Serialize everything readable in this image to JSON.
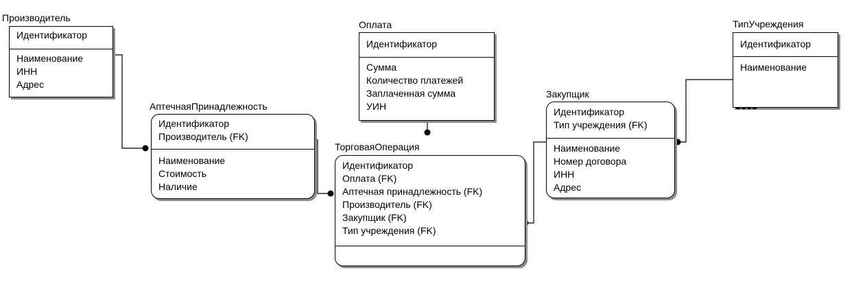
{
  "entities": {
    "manufacturer": {
      "title": "Производитель",
      "keys": [
        "Идентификатор"
      ],
      "attrs": [
        "Наименование",
        "ИНН",
        "Адрес"
      ]
    },
    "pharmacy_affiliation": {
      "title": "АптечнаяПринадлежность",
      "keys": [
        "Идентификатор",
        "Производитель (FK)"
      ],
      "attrs": [
        "Наименование",
        "Стоимость",
        "Наличие"
      ]
    },
    "payment": {
      "title": "Оплата",
      "keys": [
        "Идентификатор"
      ],
      "attrs": [
        "Сумма",
        "Количество платежей",
        "Заплаченная сумма",
        "УИН"
      ]
    },
    "trade_operation": {
      "title": "ТорговаяОперация",
      "keys": [
        "Идентификатор",
        "Оплата (FK)",
        "Аптечная принадлежность (FK)",
        "Производитель (FK)",
        "Закупщик (FK)",
        "Тип учреждения (FK)"
      ],
      "attrs": []
    },
    "buyer": {
      "title": "Закупщик",
      "keys": [
        "Идентификатор",
        "Тип учреждения (FK)"
      ],
      "attrs": [
        "Наименование",
        "Номер договора",
        "ИНН",
        "Адрес"
      ]
    },
    "institution_type": {
      "title": "ТипУчреждения",
      "keys": [
        "Идентификатор"
      ],
      "attrs": [
        "Наименование"
      ]
    }
  }
}
